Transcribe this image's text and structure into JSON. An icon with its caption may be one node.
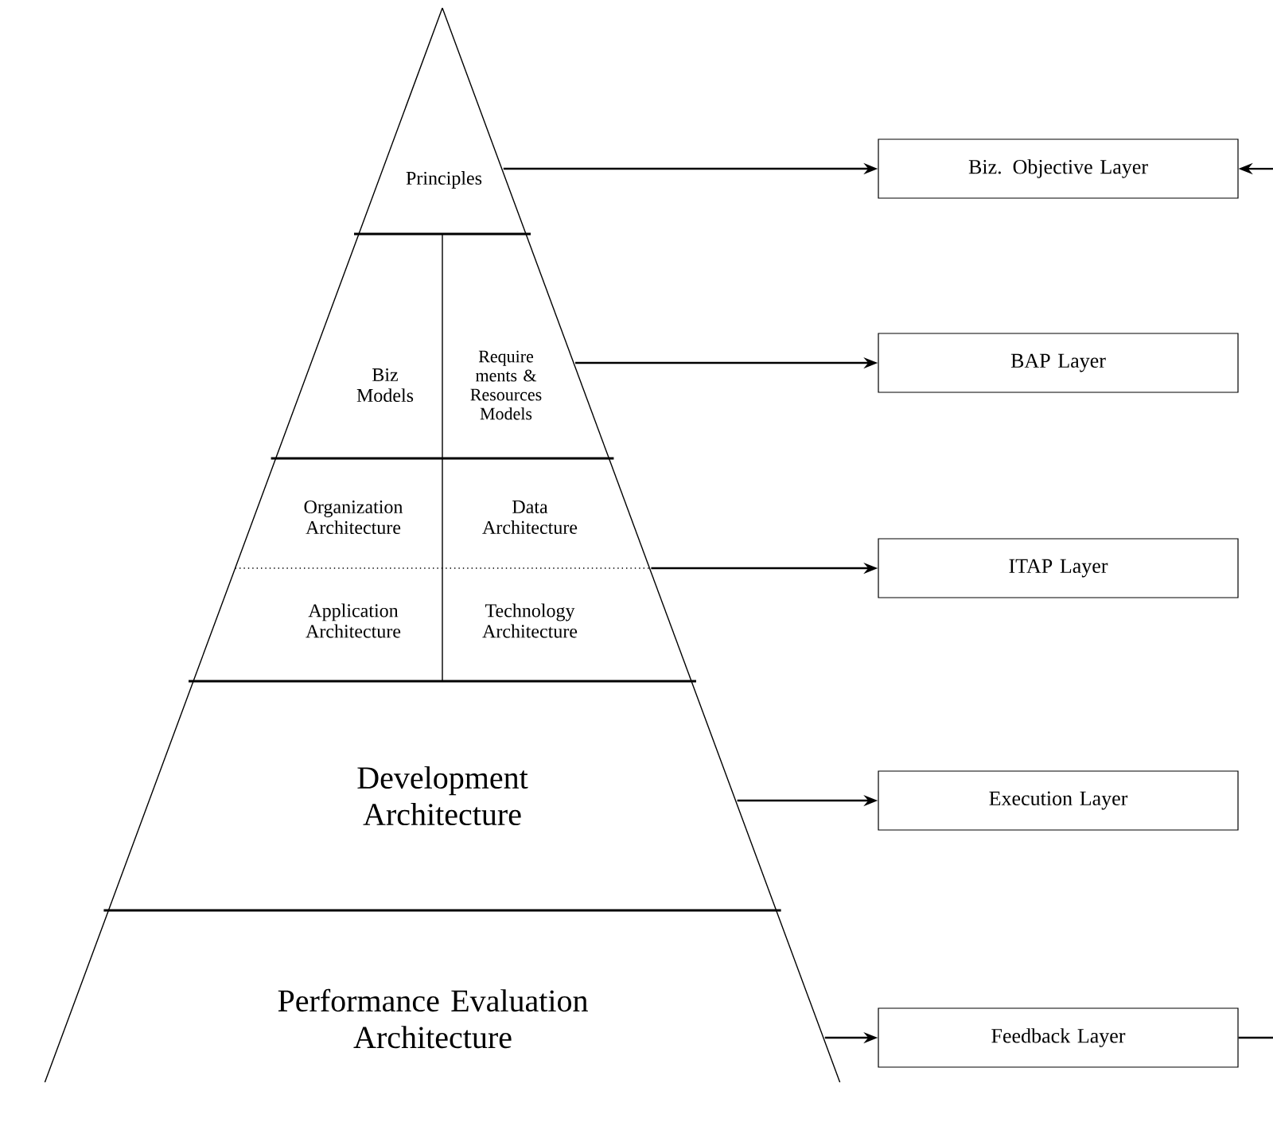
{
  "diagram": {
    "nodes": [
      {
        "text": [
          "Principles"
        ]
      },
      {
        "text": [
          "Biz Models"
        ]
      },
      {
        "text": [
          "Require ments & Resources Models"
        ]
      },
      {
        "text": [
          "Organization Architecture"
        ]
      },
      {
        "text": [
          "Data Architecture"
        ]
      },
      {
        "text": [
          "Application Architecture"
        ]
      },
      {
        "text": [
          "Technology Architecture"
        ]
      },
      {
        "text": [
          "Development Architecture"
        ]
      },
      {
        "text": [
          "Performance Evaluation Architecture"
        ]
      },
      {
        "text": [
          "Biz. Objective Layer"
        ]
      },
      {
        "text": [
          "BAP Layer"
        ]
      },
      {
        "text": [
          "ITAP Layer"
        ]
      },
      {
        "text": [
          "Execution Layer"
        ]
      },
      {
        "text": [
          "Feedback Layer"
        ]
      }
    ],
    "edges": [
      {
        "from": 0,
        "to": 9,
        "arrow": "to"
      },
      {
        "from": 2,
        "to": 10,
        "arrow": "to"
      },
      {
        "from": 4,
        "to": 11,
        "arrow": "to"
      },
      {
        "from": 7,
        "to": 12,
        "arrow": "to"
      },
      {
        "from": 8,
        "to": 13,
        "arrow": "to"
      },
      {
        "from": 13,
        "to": null,
        "arrow": "none"
      },
      {
        "from": null,
        "to": 9,
        "arrow": "to"
      }
    ]
  }
}
